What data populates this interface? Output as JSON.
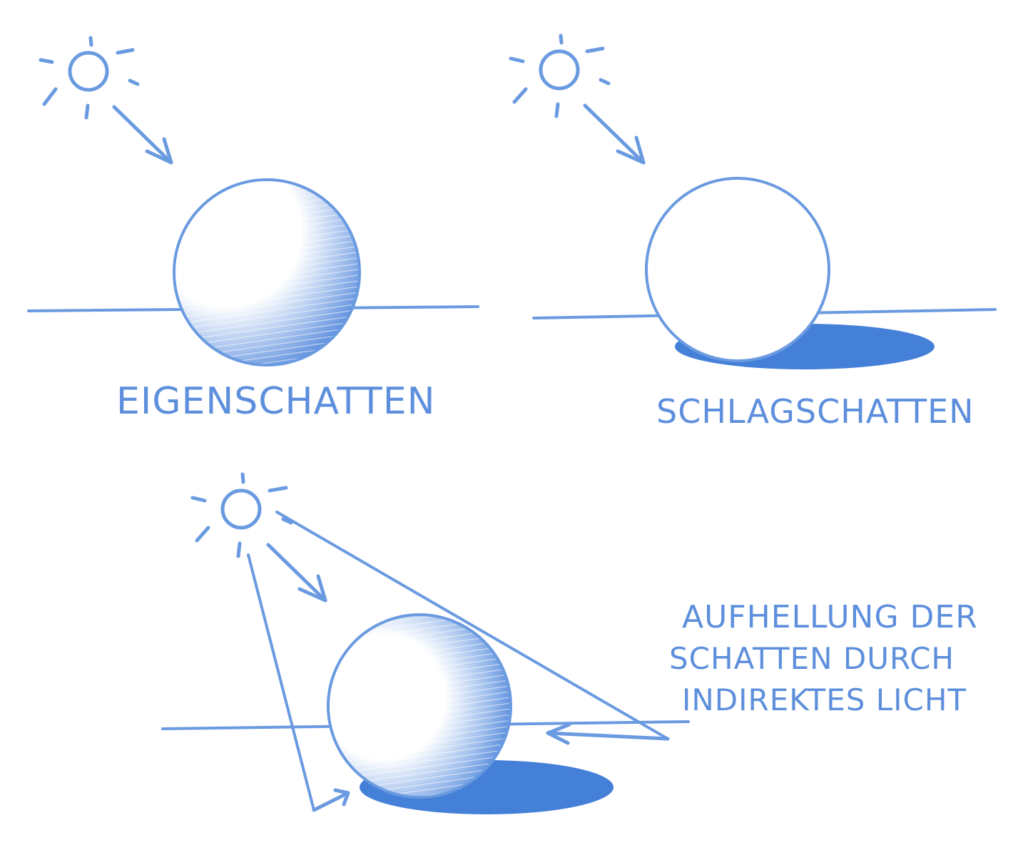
{
  "labels": {
    "eigenschatten": "EIGENSCHATTEN",
    "schlagschatten": "SCHLAGSCHATTEN",
    "aufhellung_line1": "AUFHELLUNG DER",
    "aufhellung_line2": "SCHATTEN DURCH",
    "aufhellung_line3": "INDIREKTES LICHT"
  },
  "colors": {
    "ink": "#5d8fdc",
    "shadow": "#3a78d6",
    "background": "#ffffff"
  },
  "icons": [
    "sun-icon",
    "arrow-icon"
  ]
}
